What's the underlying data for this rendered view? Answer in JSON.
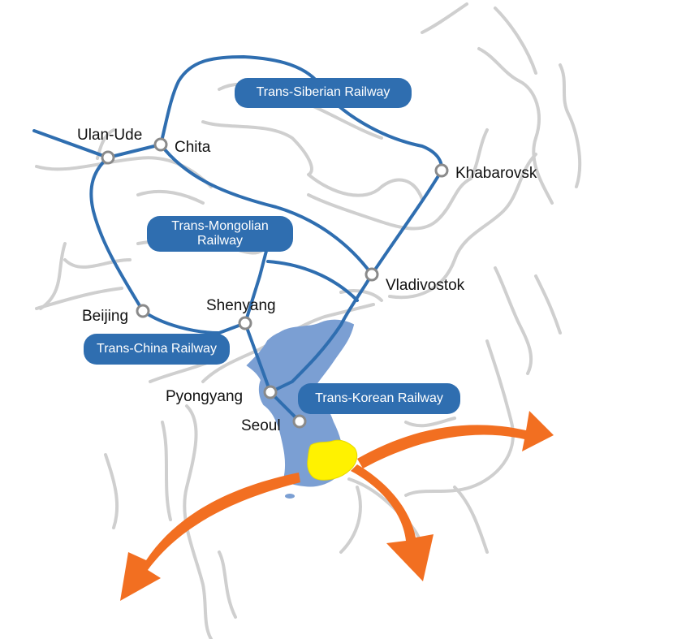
{
  "map": {
    "cities": {
      "ulan_ude": "Ulan-Ude",
      "chita": "Chita",
      "khabarovsk": "Khabarovsk",
      "vladivostok": "Vladivostok",
      "beijing": "Beijing",
      "shenyang": "Shenyang",
      "pyongyang": "Pyongyang",
      "seoul": "Seoul"
    },
    "railways": {
      "trans_siberian": "Trans-Siberian Railway",
      "trans_mongolian": "Trans-Mongolian Railway",
      "trans_china": "Trans-China Railway",
      "trans_korean": "Trans-Korean Railway"
    },
    "colors": {
      "rail_line": "#2f6eb0",
      "korea_fill": "#7b9fd3",
      "highlight_region": "#fff200",
      "arrow": "#f26f21",
      "coastline": "#cfcfcf"
    }
  }
}
